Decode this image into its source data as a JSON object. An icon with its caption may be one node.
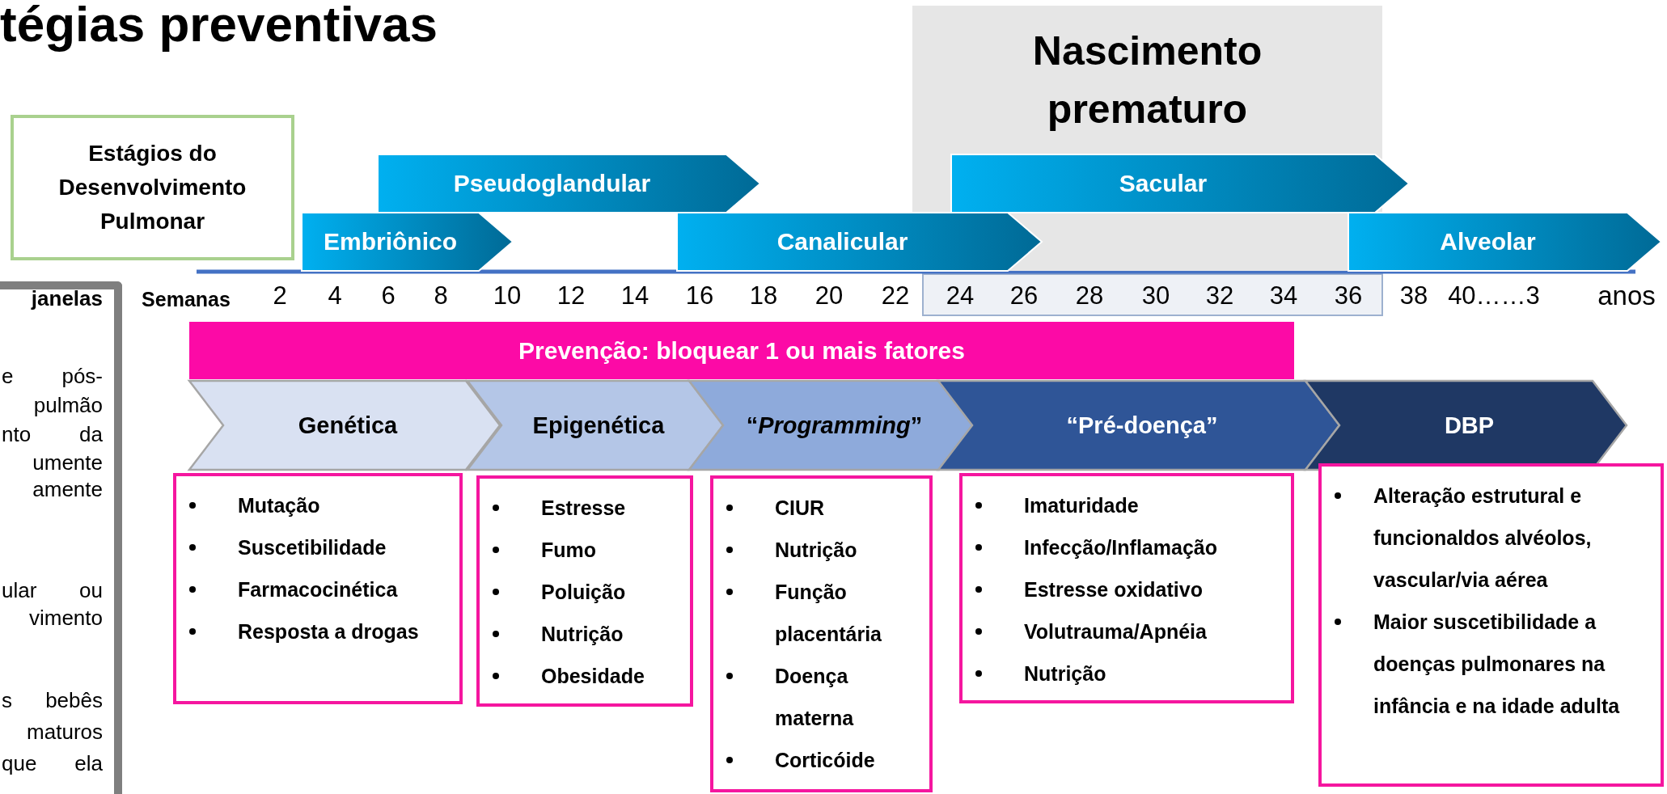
{
  "diagram": {
    "title": "tégias preventivas",
    "nodes": [
      {
        "text": [
          "Nascimento prematuro"
        ]
      },
      {
        "text": [
          "Estágios do Desenvolvimento Pulmonar"
        ]
      },
      {
        "text": [
          "Pseudoglandular"
        ]
      },
      {
        "text": [
          "Sacular"
        ]
      },
      {
        "text": [
          "Embriônico"
        ]
      },
      {
        "text": [
          "Canalicular"
        ]
      },
      {
        "text": [
          "Alveolar"
        ]
      },
      {
        "text": [
          "janelas",
          "e pós-",
          "pulmão",
          "nto da",
          "umente",
          "amente",
          "ular ou",
          "vimento",
          "s bebês",
          "maturos",
          "que ela"
        ]
      },
      {
        "text": [
          "Prevenção: bloquear 1 ou mais fatores"
        ]
      },
      {
        "text": [
          "Genética"
        ]
      },
      {
        "text": [
          "Epigenética"
        ]
      },
      {
        "text": [
          "“*Programming*”"
        ]
      },
      {
        "text": [
          "“Pré-doença”"
        ]
      },
      {
        "text": [
          "DBP"
        ]
      },
      {
        "text": [
          "Mutação",
          "Suscetibilidade",
          "Farmacocinética",
          "Resposta a drogas"
        ]
      },
      {
        "text": [
          "Estresse",
          "Fumo",
          "Poluição",
          "Nutrição",
          "Obesidade"
        ]
      },
      {
        "text": [
          "CIUR",
          "Nutrição",
          "Função placentária",
          "Doença materna",
          "Corticóide"
        ]
      },
      {
        "text": [
          "Imaturidade",
          "Infecção/Inflamação",
          "Estresse oxidativo",
          "Volutrauma/Apnéia",
          "Nutrição"
        ]
      },
      {
        "text": [
          "Alteração estrutural e funcionaldos alvéolos, vascular/via aérea",
          "Maior suscetibilidade a doenças pulmonares na infância e na idade adulta"
        ]
      }
    ],
    "labels": [
      "Semanas",
      "2",
      "4",
      "6",
      "8",
      "10",
      "12",
      "14",
      "16",
      "18",
      "20",
      "22",
      "24",
      "26",
      "28",
      "30",
      "32",
      "34",
      "36",
      "38",
      "40……3",
      "anos"
    ]
  }
}
